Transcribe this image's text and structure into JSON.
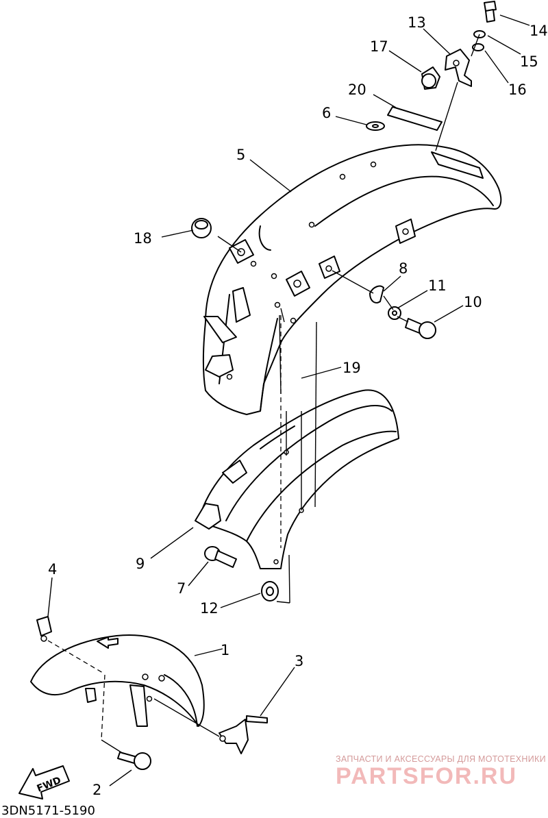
{
  "diagram": {
    "catalog_number": "3DN5171-5190",
    "fwd_label": "FWD",
    "callouts": [
      {
        "id": "1",
        "label": "1"
      },
      {
        "id": "2",
        "label": "2"
      },
      {
        "id": "3",
        "label": "3"
      },
      {
        "id": "4",
        "label": "4"
      },
      {
        "id": "5",
        "label": "5"
      },
      {
        "id": "6",
        "label": "6"
      },
      {
        "id": "7",
        "label": "7"
      },
      {
        "id": "8",
        "label": "8"
      },
      {
        "id": "9",
        "label": "9"
      },
      {
        "id": "10",
        "label": "10"
      },
      {
        "id": "11",
        "label": "11"
      },
      {
        "id": "12",
        "label": "12"
      },
      {
        "id": "13",
        "label": "13"
      },
      {
        "id": "14",
        "label": "14"
      },
      {
        "id": "15",
        "label": "15"
      },
      {
        "id": "16",
        "label": "16"
      },
      {
        "id": "17",
        "label": "17"
      },
      {
        "id": "18",
        "label": "18"
      },
      {
        "id": "19",
        "label": "19"
      },
      {
        "id": "20",
        "label": "20"
      }
    ]
  },
  "watermark": {
    "tagline": "ЗАПЧАСТИ И АКСЕССУАРЫ ДЛЯ МОТОТЕХНИКИ",
    "brand": "PARTSFOR.RU",
    "color": "#e8a0a0"
  }
}
